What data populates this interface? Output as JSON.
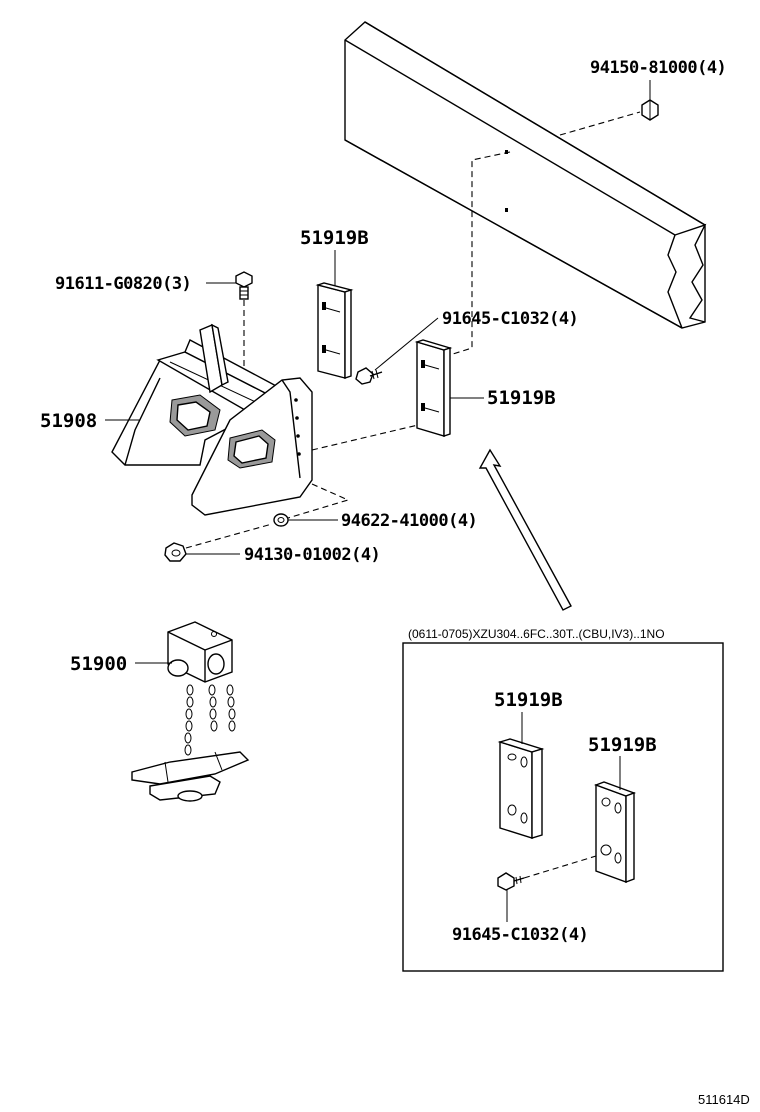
{
  "labels": {
    "p94150": "94150-81000(4)",
    "p51919b_top": "51919B",
    "p91611": "91611-G0820(3)",
    "p91645_top": "91645-C1032(4)",
    "p51908": "51908",
    "p51919b_mid": "51919B",
    "p94622": "94622-41000(4)",
    "p94130": "94130-01002(4)",
    "p51900": "51900",
    "inset_note": "(0611-0705)XZU304..6FC..30T..(CBU,IV3)..1NO",
    "p51919b_inset_left": "51919B",
    "p51919b_inset_right": "51919B",
    "p91645_inset": "91645-C1032(4)",
    "drawing_code": "511614D"
  }
}
